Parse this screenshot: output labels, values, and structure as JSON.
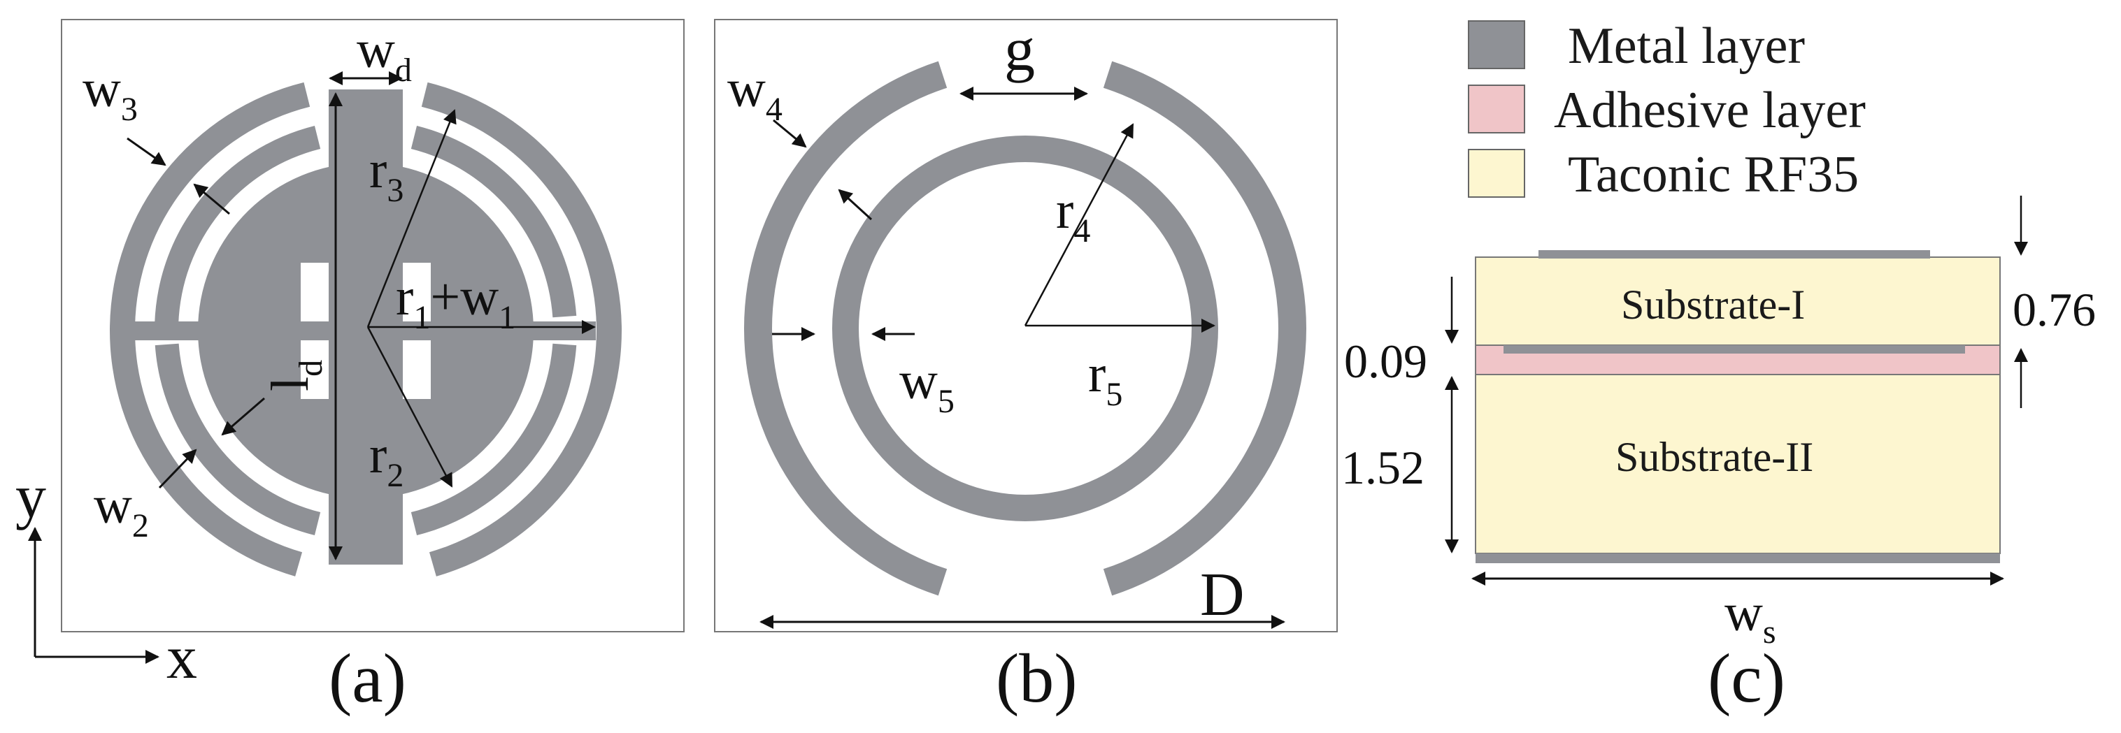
{
  "colors": {
    "metal": "#8f9196",
    "adhesive": "#f0c5c8",
    "substrate": "#fdf6d0",
    "frame": "#777777",
    "ink": "#111111"
  },
  "panel_a": {
    "caption": "(a)",
    "labels": {
      "wd": "w",
      "wd_sub": "d",
      "w3": "w",
      "w3_sub": "3",
      "r3": "r",
      "r3_sub": "3",
      "ld": "l",
      "ld_sub": "d",
      "r1": "r",
      "r1_sub": "1",
      "plus": "+",
      "w1": "w",
      "w1_sub": "1",
      "r2": "r",
      "r2_sub": "2",
      "w2": "w",
      "w2_sub": "2"
    },
    "axes": {
      "y": "y",
      "x": "x"
    }
  },
  "panel_b": {
    "caption": "(b)",
    "labels": {
      "g": "g",
      "w4": "w",
      "w4_sub": "4",
      "r4": "r",
      "r4_sub": "4",
      "w5": "w",
      "w5_sub": "5",
      "r5": "r",
      "r5_sub": "5",
      "D": "D"
    }
  },
  "panel_c": {
    "caption": "(c)",
    "legend": [
      "Metal layer",
      "Adhesive layer",
      "Taconic RF35"
    ],
    "substrate_1": "Substrate-I",
    "substrate_2": "Substrate-II",
    "dims": {
      "t1": "0.76",
      "ta": "0.09",
      "t2": "1.52"
    },
    "ws": "w",
    "ws_sub": "s"
  }
}
